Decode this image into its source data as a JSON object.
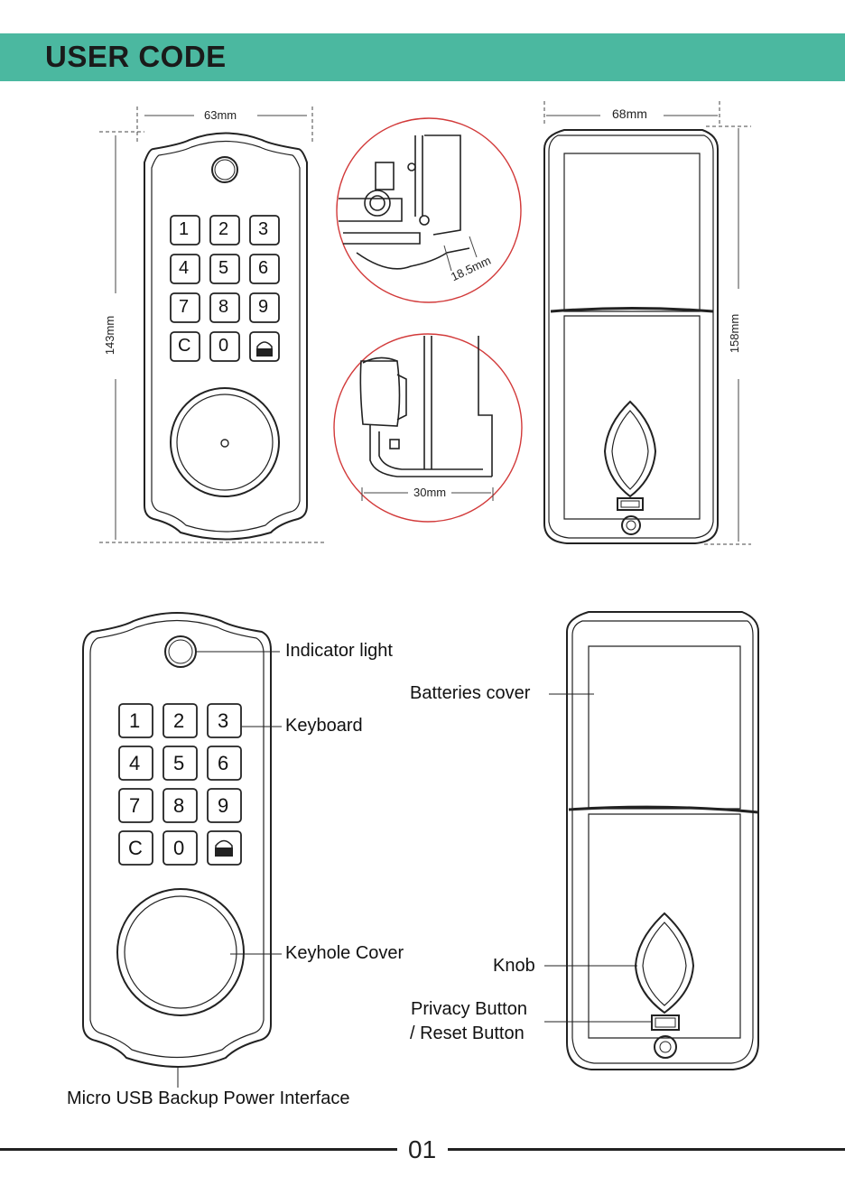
{
  "header": {
    "title": "USER CODE",
    "band_color": "#4bb8a0"
  },
  "dimensions": {
    "front_width": "63mm",
    "front_height": "143mm",
    "back_width": "68mm",
    "back_height": "158mm",
    "thickness_top": "18.5mm",
    "thickness_side": "30mm"
  },
  "keypad": {
    "keys": [
      "1",
      "2",
      "3",
      "4",
      "5",
      "6",
      "7",
      "8",
      "9",
      "C",
      "0"
    ],
    "lock_key_icon": "lock-icon"
  },
  "labels": {
    "indicator_light": "Indicator light",
    "keyboard": "Keyboard",
    "keyhole_cover": "Keyhole Cover",
    "micro_usb": "Micro USB Backup Power Interface",
    "batteries_cover": "Batteries cover",
    "knob": "Knob",
    "privacy_button_1": "Privacy Button",
    "privacy_button_2": "/ Reset Button"
  },
  "footer": {
    "page_number": "01"
  }
}
